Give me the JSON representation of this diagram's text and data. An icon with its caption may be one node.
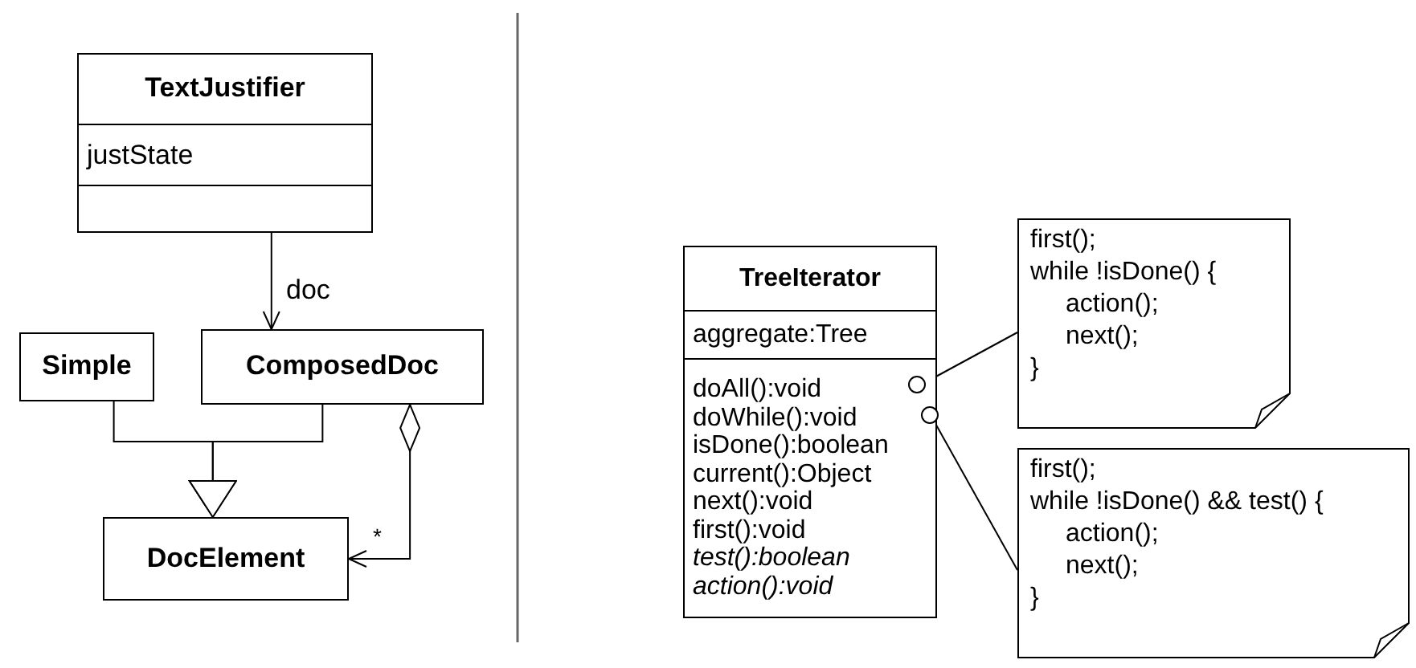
{
  "diagram": {
    "nodes": [
      {
        "text": [
          "TextJustifier",
          "justState"
        ]
      },
      {
        "text": [
          "Simple"
        ]
      },
      {
        "text": [
          "ComposedDoc"
        ]
      },
      {
        "text": [
          "DocElement"
        ]
      },
      {
        "text": [
          "TreeIterator",
          "aggregate:Tree",
          "doAll():void",
          "doWhile():void",
          "isDone():boolean",
          "current():Object",
          "next():void",
          "first():void",
          "*test():boolean*",
          "*action():void*"
        ]
      },
      {
        "text": [],
        "shape": "circle",
        "in": 4
      },
      {
        "text": [],
        "shape": "circle",
        "in": 4
      },
      {
        "text": [
          "first();",
          "while !isDone() {",
          "action();",
          "next();",
          "}"
        ]
      },
      {
        "text": [
          "first();",
          "while !isDone() && test() {",
          "action();",
          "next();",
          "}"
        ]
      }
    ],
    "edges": [
      {
        "from": 0,
        "to": 2,
        "arrow": "to",
        "label": "doc"
      },
      {
        "from": 1,
        "to": 3,
        "arrow": "to"
      },
      {
        "from": 2,
        "to": 3,
        "arrow": "to"
      },
      {
        "from": 2,
        "to": 3,
        "arrow": "to",
        "label": "*"
      },
      {
        "from": 5,
        "to": 7,
        "arrow": "none"
      },
      {
        "from": 6,
        "to": 8,
        "arrow": "none"
      }
    ]
  }
}
